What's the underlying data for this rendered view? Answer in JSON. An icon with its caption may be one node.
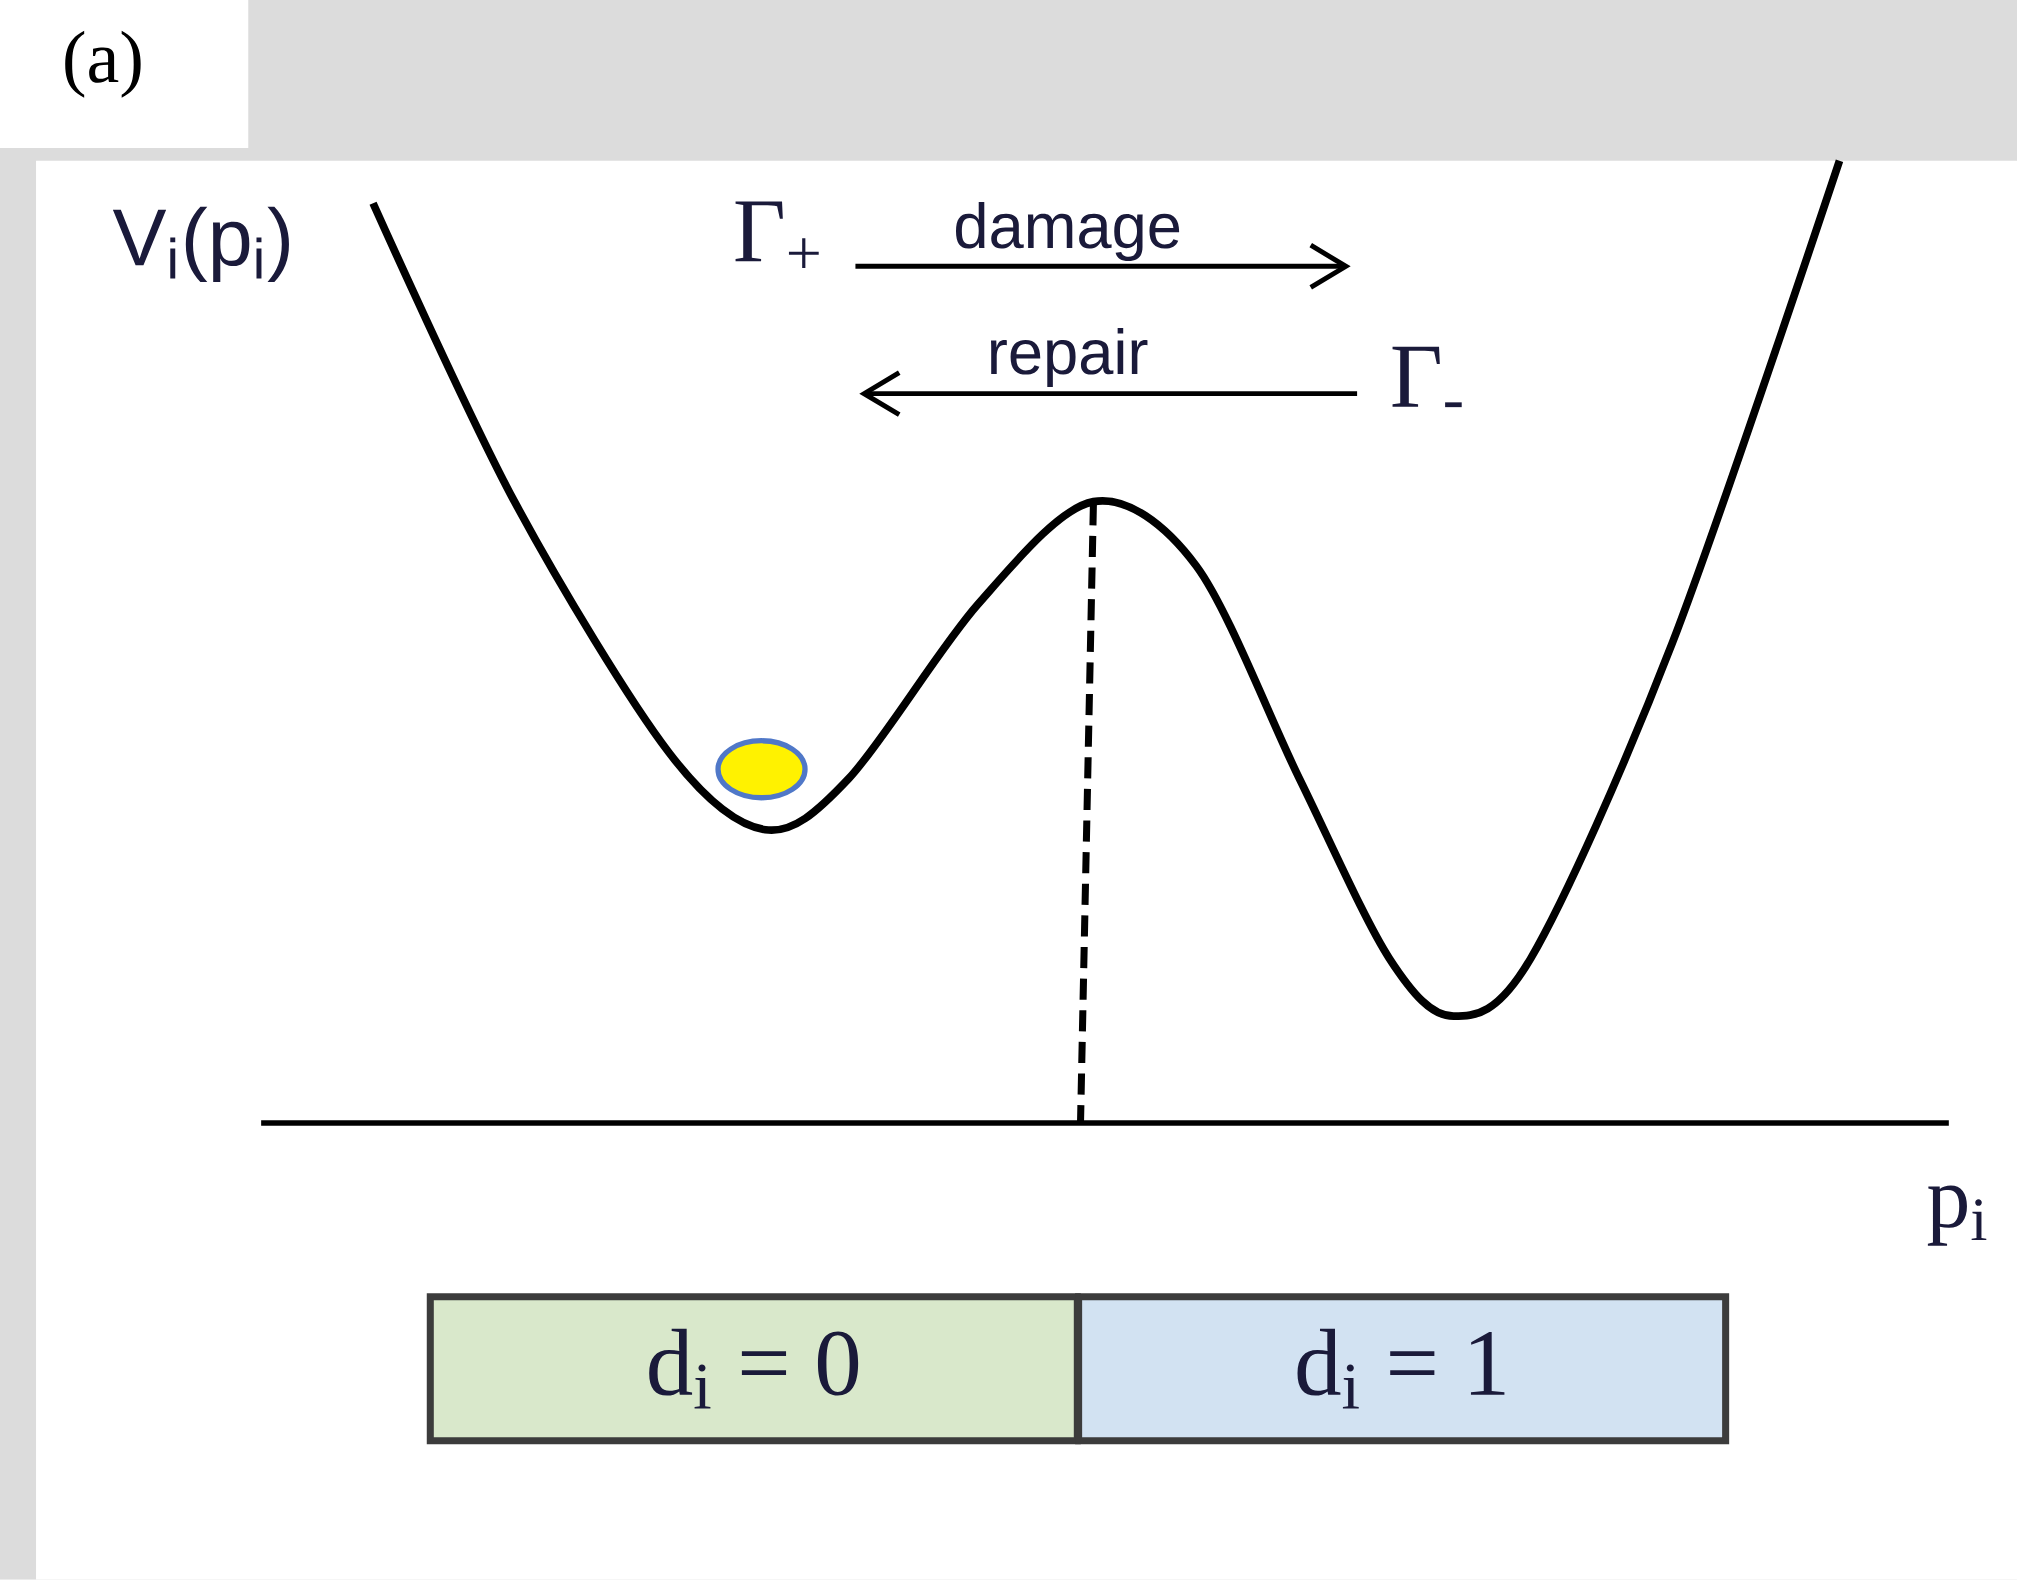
{
  "diagram": {
    "nodes": [
      {
        "text": [
          "d$_{i}$ = 0"
        ]
      },
      {
        "text": [
          "d$_{i}$ = 1"
        ]
      },
      {
        "text": [],
        "shape": "circle"
      }
    ],
    "labels": [
      "(a)",
      "V$_{i}$(p$_{i}$)",
      "Γ$_{+}$",
      "damage",
      "repair",
      "Γ$_{-}$",
      "p$_{i}$"
    ]
  }
}
